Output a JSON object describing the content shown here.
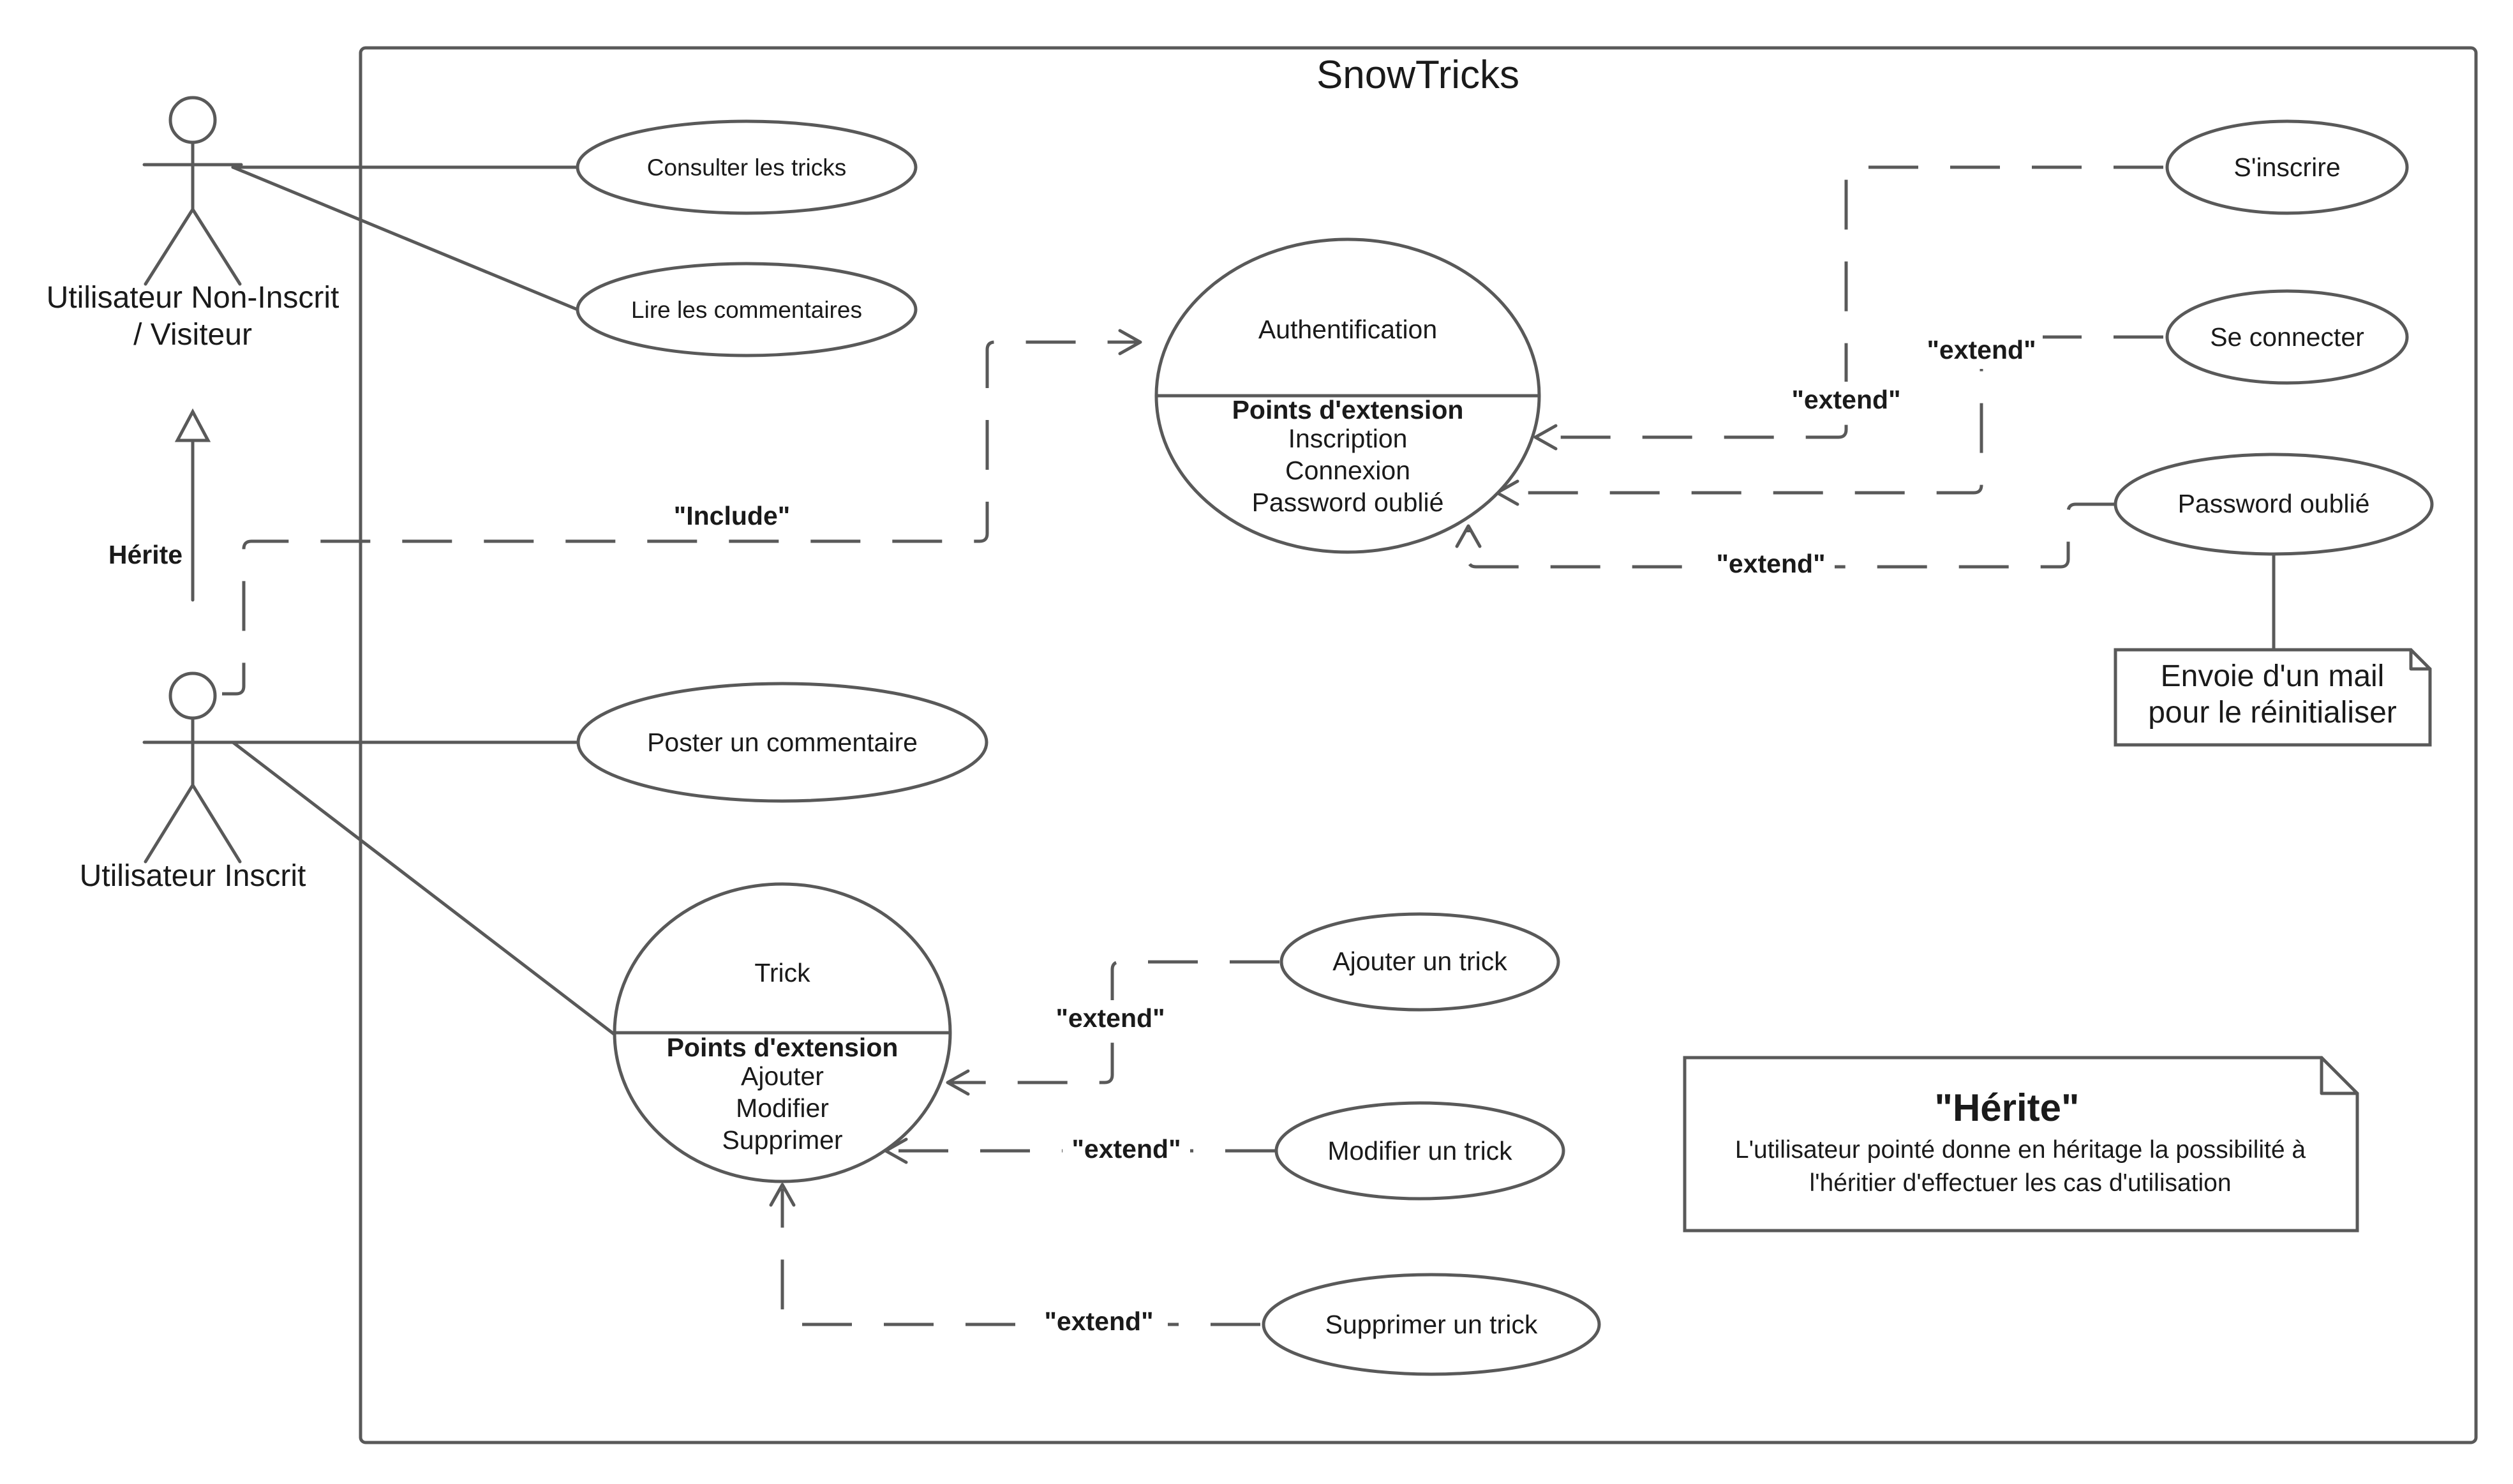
{
  "system": {
    "title": "SnowTricks"
  },
  "actors": {
    "visitor": {
      "line1": "Utilisateur Non-Inscrit",
      "line2": "/ Visiteur"
    },
    "registered": {
      "label": "Utilisateur Inscrit"
    }
  },
  "generalization": {
    "label": "Hérite"
  },
  "use_cases": {
    "consulter": "Consulter les tricks",
    "lire": "Lire les commentaires",
    "poster": "Poster un commentaire",
    "sinscrire": "S'inscrire",
    "connecter": "Se connecter",
    "password": "Password oublié",
    "ajouter": "Ajouter un trick",
    "modifier": "Modifier un trick",
    "supprimer": "Supprimer un trick"
  },
  "authentification": {
    "title": "Authentification",
    "ext_header": "Points d'extension",
    "points": [
      "Inscription",
      "Connexion",
      "Password oublié"
    ]
  },
  "trick": {
    "title": "Trick",
    "ext_header": "Points d'extension",
    "points": [
      "Ajouter",
      "Modifier",
      "Supprimer"
    ]
  },
  "relations": {
    "include": "\"Include\"",
    "extend": "\"extend\""
  },
  "notes": {
    "mail": {
      "line1": "Envoie d'un mail",
      "line2": "pour le réinitialiser"
    },
    "herite": {
      "title": "\"Hérite\"",
      "line1": "L'utilisateur pointé donne en héritage la possibilité à",
      "line2": "l'héritier d'effectuer les cas d'utilisation"
    }
  }
}
